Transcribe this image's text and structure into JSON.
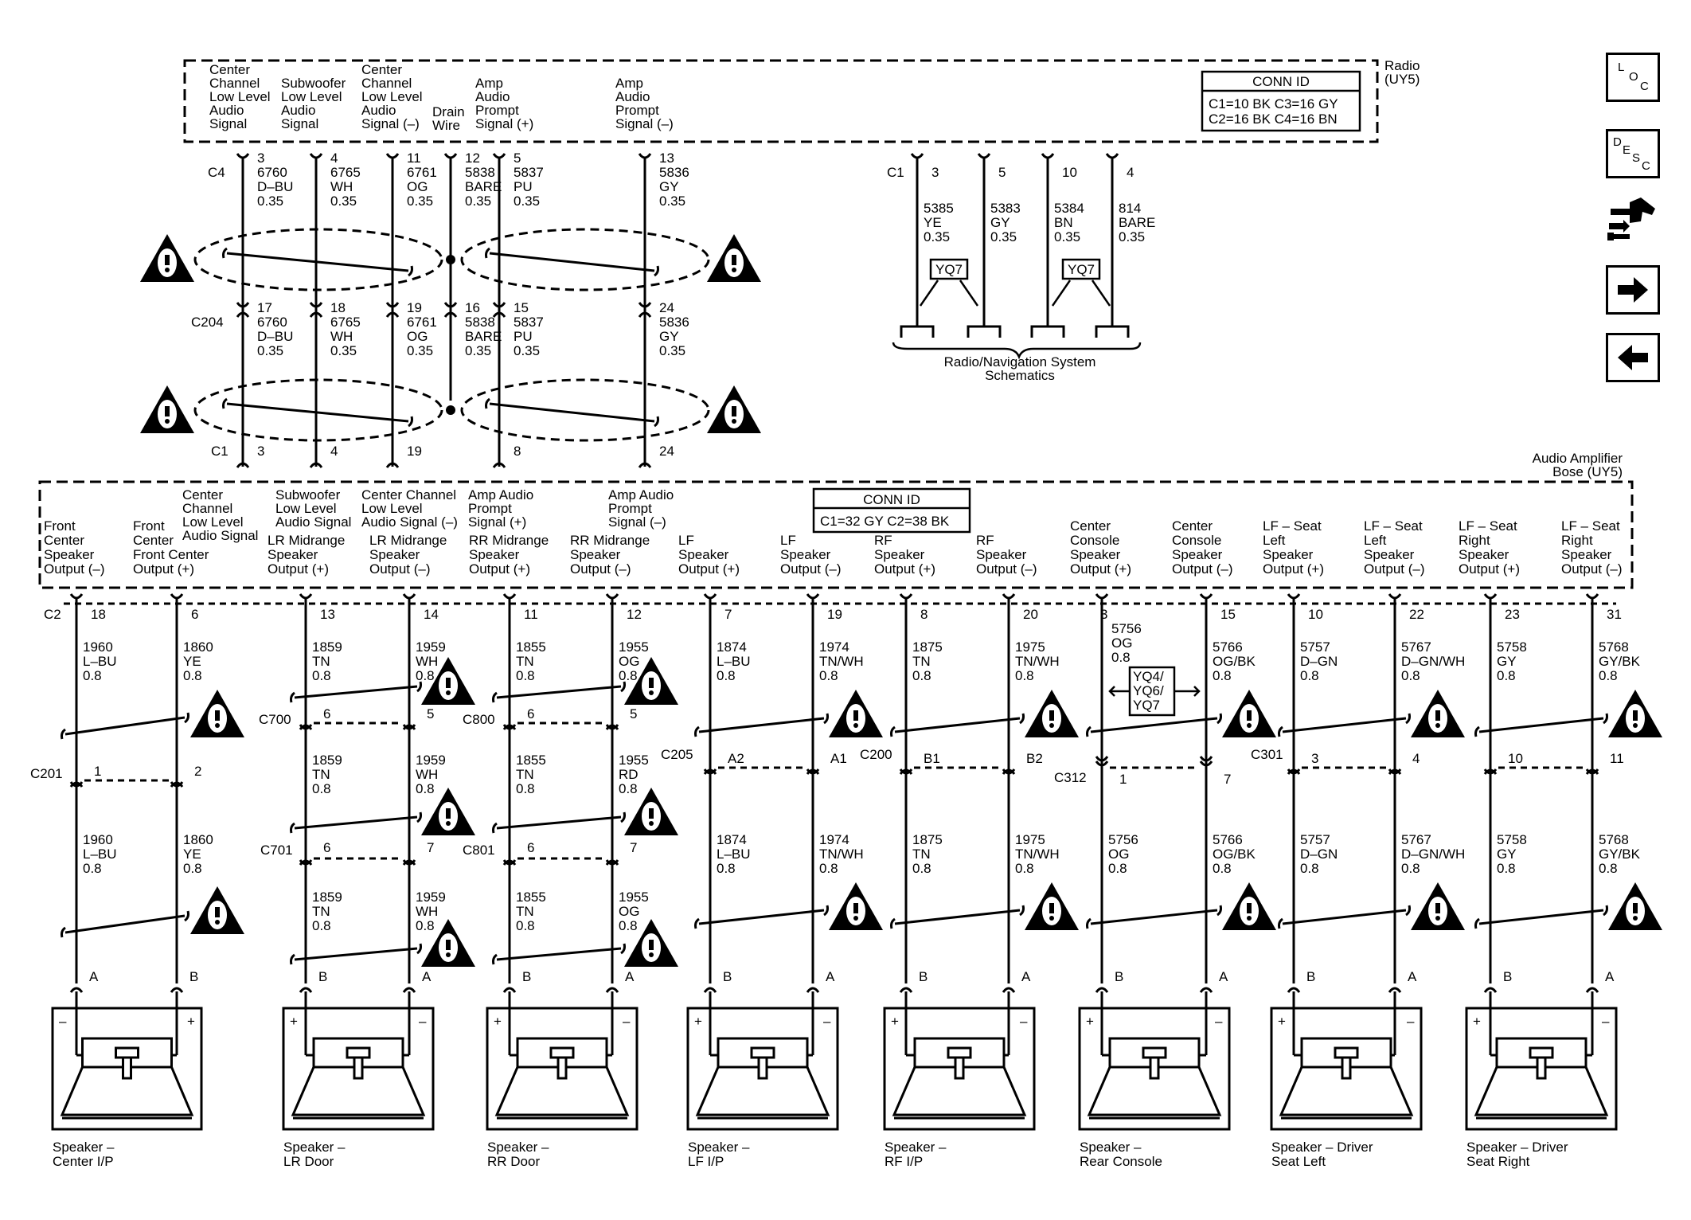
{
  "radio": {
    "title_line1": "Radio",
    "title_line2": "(UY5)",
    "conn_id": {
      "title": "CONN ID",
      "row1": "C1=10 BK  C3=16 GY",
      "row2": "C2=16 BK  C4=16 BN"
    },
    "signals": [
      [
        "Center",
        "Channel",
        "Low Level",
        "Audio",
        "Signal"
      ],
      [
        "Subwoofer",
        "Low Level",
        "Audio",
        "Signal"
      ],
      [
        "Center",
        "Channel",
        "Low Level",
        "Audio",
        "Signal (–)"
      ],
      [
        "Drain",
        "Wire"
      ],
      [
        "Amp",
        "Audio",
        "Prompt",
        "Signal (+)"
      ],
      [
        "Amp",
        "Audio",
        "Prompt",
        "Signal (–)"
      ]
    ]
  },
  "c4": {
    "label": "C4",
    "wires": [
      {
        "pin": "3",
        "circuit": "6760",
        "color": "D–BU",
        "gauge": "0.35"
      },
      {
        "pin": "4",
        "circuit": "6765",
        "color": "WH",
        "gauge": "0.35"
      },
      {
        "pin": "11",
        "circuit": "6761",
        "color": "OG",
        "gauge": "0.35"
      },
      {
        "pin": "12",
        "circuit": "5838",
        "color": "BARE",
        "gauge": "0.35"
      },
      {
        "pin": "5",
        "circuit": "5837",
        "color": "PU",
        "gauge": "0.35"
      },
      {
        "pin": "13",
        "circuit": "5836",
        "color": "GY",
        "gauge": "0.35"
      }
    ]
  },
  "c204": {
    "label": "C204",
    "wires": [
      {
        "pin": "17",
        "circuit": "6760",
        "color": "D–BU",
        "gauge": "0.35"
      },
      {
        "pin": "18",
        "circuit": "6765",
        "color": "WH",
        "gauge": "0.35"
      },
      {
        "pin": "19",
        "circuit": "6761",
        "color": "OG",
        "gauge": "0.35"
      },
      {
        "pin": "16",
        "circuit": "5838",
        "color": "BARE",
        "gauge": "0.35"
      },
      {
        "pin": "15",
        "circuit": "5837",
        "color": "PU",
        "gauge": "0.35"
      },
      {
        "pin": "24",
        "circuit": "5836",
        "color": "GY",
        "gauge": "0.35"
      }
    ]
  },
  "amp_c1": {
    "label": "C1",
    "pins": [
      "3",
      "4",
      "19",
      "8",
      "24"
    ]
  },
  "nav": {
    "connector": "C1",
    "wires": [
      {
        "pin": "3",
        "circuit": "5385",
        "color": "YE",
        "gauge": "0.35"
      },
      {
        "pin": "5",
        "circuit": "5383",
        "color": "GY",
        "gauge": "0.35"
      },
      {
        "pin": "10",
        "circuit": "5384",
        "color": "BN",
        "gauge": "0.35"
      },
      {
        "pin": "4",
        "circuit": "814",
        "color": "BARE",
        "gauge": "0.35"
      }
    ],
    "options": [
      "YQ7",
      "YQ7"
    ],
    "label_line1": "Radio/Navigation System",
    "label_line2": "Schematics"
  },
  "amplifier": {
    "title_line1": "Audio Amplifier",
    "title_line2": "Bose (UY5)",
    "conn_id": {
      "title": "CONN ID",
      "row1": "C1=32 GY  C2=38 BK"
    },
    "top_signals": [
      [
        "Center",
        "Channel",
        "Low Level",
        "Audio Signal"
      ],
      [
        "Subwoofer",
        "Low Level",
        "Audio Signal"
      ],
      [
        "Center Channel",
        "Low Level",
        "Audio Signal (–)"
      ],
      [
        "Amp Audio",
        "Prompt",
        "Signal (+)"
      ],
      [
        "Amp Audio",
        "Prompt",
        "Signal (–)"
      ]
    ],
    "outputs": [
      [
        "Front",
        "Center",
        "Speaker",
        "Output (–)"
      ],
      [
        "Front",
        "Center",
        "Front Center",
        "Output (+)"
      ],
      [
        "LR Midrange",
        "Speaker",
        "Output (+)"
      ],
      [
        "LR Midrange",
        "Speaker",
        "Output (–)"
      ],
      [
        "RR Midrange",
        "Speaker",
        "Output (+)"
      ],
      [
        "RR Midrange",
        "Speaker",
        "Output (–)"
      ],
      [
        "LF",
        "Speaker",
        "Output (+)"
      ],
      [
        "LF",
        "Speaker",
        "Output (–)"
      ],
      [
        "RF",
        "Speaker",
        "Output (+)"
      ],
      [
        "RF",
        "Speaker",
        "Output (–)"
      ],
      [
        "Center",
        "Console",
        "Speaker",
        "Output (+)"
      ],
      [
        "Center",
        "Console",
        "Speaker",
        "Output (–)"
      ],
      [
        "LF – Seat",
        "Left",
        "Speaker",
        "Output (+)"
      ],
      [
        "LF – Seat",
        "Left",
        "Speaker",
        "Output (–)"
      ],
      [
        "LF – Seat",
        "Right",
        "Speaker",
        "Output (+)"
      ],
      [
        "LF – Seat",
        "Right",
        "Speaker",
        "Output (–)"
      ]
    ]
  },
  "c2": {
    "label": "C2",
    "wires": [
      {
        "pin": "18",
        "circuit": "1960",
        "color": "L–BU",
        "gauge": "0.8"
      },
      {
        "pin": "6",
        "circuit": "1860",
        "color": "YE",
        "gauge": "0.8"
      },
      {
        "pin": "13",
        "circuit": "1859",
        "color": "TN",
        "gauge": "0.8"
      },
      {
        "pin": "14",
        "circuit": "1959",
        "color": "WH",
        "gauge": "0.8"
      },
      {
        "pin": "11",
        "circuit": "1855",
        "color": "TN",
        "gauge": "0.8"
      },
      {
        "pin": "12",
        "circuit": "1955",
        "color": "OG",
        "gauge": "0.8"
      },
      {
        "pin": "7",
        "circuit": "1874",
        "color": "L–BU",
        "gauge": "0.8"
      },
      {
        "pin": "19",
        "circuit": "1974",
        "color": "TN/WH",
        "gauge": "0.8"
      },
      {
        "pin": "8",
        "circuit": "1875",
        "color": "TN",
        "gauge": "0.8"
      },
      {
        "pin": "20",
        "circuit": "1975",
        "color": "TN/WH",
        "gauge": "0.8"
      },
      {
        "pin": "3",
        "circuit": "5756",
        "color": "OG",
        "gauge": "0.8"
      },
      {
        "pin": "15",
        "circuit": "5766",
        "color": "OG/BK",
        "gauge": "0.8"
      },
      {
        "pin": "10",
        "circuit": "5757",
        "color": "D–GN",
        "gauge": "0.8"
      },
      {
        "pin": "22",
        "circuit": "5767",
        "color": "D–GN/WH",
        "gauge": "0.8"
      },
      {
        "pin": "23",
        "circuit": "5758",
        "color": "GY",
        "gauge": "0.8"
      },
      {
        "pin": "31",
        "circuit": "5768",
        "color": "GY/BK",
        "gauge": "0.8"
      }
    ]
  },
  "option_console": [
    "YQ4/",
    "YQ6/",
    "YQ7"
  ],
  "mid_connectors": [
    {
      "label": "C201",
      "pins": [
        "1",
        "2"
      ]
    },
    {
      "label": "C700",
      "pins": [
        "6",
        "5"
      ]
    },
    {
      "label": "C800",
      "pins": [
        "6",
        "5"
      ]
    },
    {
      "label": "C205",
      "pins": [
        "A2",
        "A1"
      ]
    },
    {
      "label": "C200",
      "pins": [
        "B1",
        "B2"
      ]
    },
    {
      "label": "C312",
      "pins": [
        "1",
        "7"
      ]
    },
    {
      "label": "C301",
      "pins": [
        "3",
        "4"
      ]
    },
    {
      "label": "",
      "pins": [
        "10",
        "11"
      ]
    }
  ],
  "door_connectors": [
    {
      "label": "C701",
      "pins": [
        "6",
        "7"
      ]
    },
    {
      "label": "C801",
      "pins": [
        "6",
        "7"
      ]
    }
  ],
  "lower_wires": [
    {
      "circuit": "1960",
      "color": "L–BU",
      "gauge": "0.8"
    },
    {
      "circuit": "1860",
      "color": "YE",
      "gauge": "0.8"
    },
    {
      "circuit": "1859",
      "color": "TN",
      "gauge": "0.8"
    },
    {
      "circuit": "1959",
      "color": "WH",
      "gauge": "0.8"
    },
    {
      "circuit": "1855",
      "color": "TN",
      "gauge": "0.8"
    },
    {
      "circuit": "1955",
      "color": "RD",
      "gauge": "0.8"
    },
    {
      "circuit": "1874",
      "color": "L–BU",
      "gauge": "0.8"
    },
    {
      "circuit": "1974",
      "color": "TN/WH",
      "gauge": "0.8"
    },
    {
      "circuit": "1875",
      "color": "TN",
      "gauge": "0.8"
    },
    {
      "circuit": "1975",
      "color": "TN/WH",
      "gauge": "0.8"
    },
    {
      "circuit": "5756",
      "color": "OG",
      "gauge": "0.8"
    },
    {
      "circuit": "5766",
      "color": "OG/BK",
      "gauge": "0.8"
    },
    {
      "circuit": "5757",
      "color": "D–GN",
      "gauge": "0.8"
    },
    {
      "circuit": "5767",
      "color": "D–GN/WH",
      "gauge": "0.8"
    },
    {
      "circuit": "5758",
      "color": "GY",
      "gauge": "0.8"
    },
    {
      "circuit": "5768",
      "color": "GY/BK",
      "gauge": "0.8"
    }
  ],
  "door_wires": [
    {
      "circuit": "1859",
      "color": "TN",
      "gauge": "0.8"
    },
    {
      "circuit": "1959",
      "color": "WH",
      "gauge": "0.8"
    },
    {
      "circuit": "1855",
      "color": "TN",
      "gauge": "0.8"
    },
    {
      "circuit": "1955",
      "color": "OG",
      "gauge": "0.8"
    }
  ],
  "speakers": [
    {
      "pins": [
        "A",
        "B"
      ],
      "polarity": [
        "–",
        "+"
      ],
      "name_line1": "Speaker –",
      "name_line2": "Center I/P"
    },
    {
      "pins": [
        "B",
        "A"
      ],
      "polarity": [
        "+",
        "–"
      ],
      "name_line1": "Speaker –",
      "name_line2": "LR Door"
    },
    {
      "pins": [
        "B",
        "A"
      ],
      "polarity": [
        "+",
        "–"
      ],
      "name_line1": "Speaker –",
      "name_line2": "RR Door"
    },
    {
      "pins": [
        "B",
        "A"
      ],
      "polarity": [
        "+",
        "–"
      ],
      "name_line1": "Speaker –",
      "name_line2": "LF I/P"
    },
    {
      "pins": [
        "B",
        "A"
      ],
      "polarity": [
        "+",
        "–"
      ],
      "name_line1": "Speaker –",
      "name_line2": "RF I/P"
    },
    {
      "pins": [
        "B",
        "A"
      ],
      "polarity": [
        "+",
        "–"
      ],
      "name_line1": "Speaker –",
      "name_line2": "Rear Console"
    },
    {
      "pins": [
        "B",
        "A"
      ],
      "polarity": [
        "+",
        "–"
      ],
      "name_line1": "Speaker – Driver",
      "name_line2": "Seat Left"
    },
    {
      "pins": [
        "B",
        "A"
      ],
      "polarity": [
        "+",
        "–"
      ],
      "name_line1": "Speaker – Driver",
      "name_line2": "Seat Right"
    }
  ],
  "navigation_buttons": [
    {
      "icon": "loc-icon",
      "letters": [
        "L",
        "O",
        "C"
      ]
    },
    {
      "icon": "desc-icon",
      "letters": [
        "D",
        "E",
        "S",
        "C"
      ]
    },
    {
      "icon": "connector-view-icon"
    },
    {
      "icon": "arrow-right-icon"
    },
    {
      "icon": "arrow-left-icon"
    }
  ]
}
